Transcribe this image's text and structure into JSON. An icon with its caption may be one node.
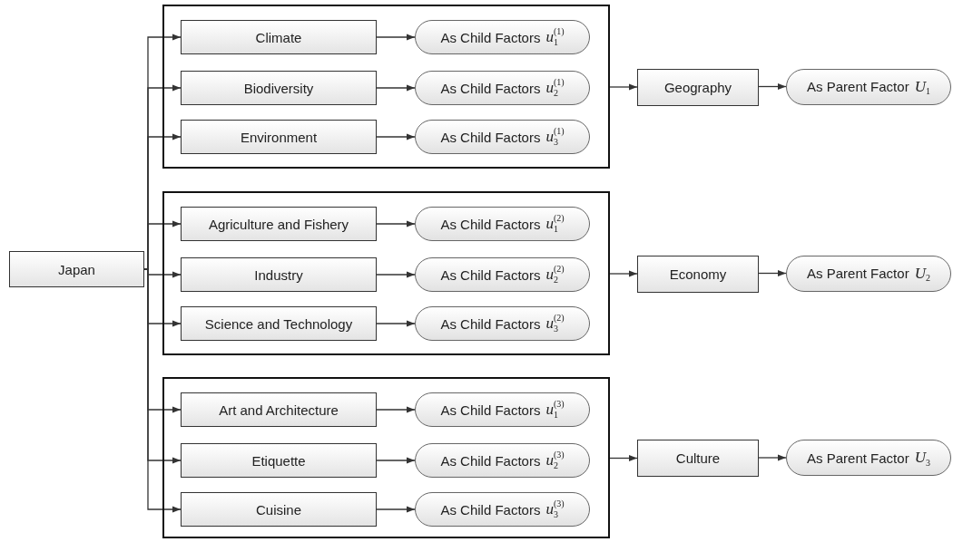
{
  "diagram": {
    "nodes": [
      {
        "text": [
          "Japan"
        ]
      },
      {
        "text": [],
        "shape": "box"
      },
      {
        "text": [
          "Climate"
        ],
        "in": 1
      },
      {
        "text": [
          "As Child Factors *u*$_{1}$$^{(1)}$"
        ],
        "in": 1
      },
      {
        "text": [
          "Biodiversity"
        ],
        "in": 1
      },
      {
        "text": [
          "As Child Factors *u*$_{2}$$^{(1)}$"
        ],
        "in": 1
      },
      {
        "text": [
          "Environment"
        ],
        "in": 1
      },
      {
        "text": [
          "As Child Factors *u*$_{3}$$^{(1)}$"
        ],
        "in": 1
      },
      {
        "text": [
          "Geography"
        ]
      },
      {
        "text": [
          "As Parent Factor *U*$_{1}$"
        ]
      },
      {
        "text": [],
        "shape": "box"
      },
      {
        "text": [
          "Agriculture and Fishery"
        ],
        "in": 10
      },
      {
        "text": [
          "As Child Factors *u*$_{1}$$^{(2)}$"
        ],
        "in": 10
      },
      {
        "text": [
          "Industry"
        ],
        "in": 10
      },
      {
        "text": [
          "As Child Factors *u*$_{2}$$^{(2)}$"
        ],
        "in": 10
      },
      {
        "text": [
          "Science and Technology"
        ],
        "in": 10
      },
      {
        "text": [
          "As Child Factors *u*$_{3}$$^{(2)}$"
        ],
        "in": 10
      },
      {
        "text": [
          "Economy"
        ]
      },
      {
        "text": [
          "As Parent Factor *U*$_{2}$"
        ]
      },
      {
        "text": [],
        "shape": "box"
      },
      {
        "text": [
          "Art and Architecture"
        ],
        "in": 19
      },
      {
        "text": [
          "As Child Factors *u*$_{1}$$^{(3)}$"
        ],
        "in": 19
      },
      {
        "text": [
          "Etiquette"
        ],
        "in": 19
      },
      {
        "text": [
          "As Child Factors *u*$_{2}$$^{(3)}$"
        ],
        "in": 19
      },
      {
        "text": [
          "Cuisine"
        ],
        "in": 19
      },
      {
        "text": [
          "As Child Factors *u*$_{3}$$^{(3)}$"
        ],
        "in": 19
      },
      {
        "text": [
          "Culture"
        ]
      },
      {
        "text": [
          "As Parent Factor *U*$_{3}$"
        ]
      }
    ],
    "edges": [
      {
        "from": 0,
        "to": 2,
        "arrow": "to"
      },
      {
        "from": 0,
        "to": 4,
        "arrow": "to"
      },
      {
        "from": 0,
        "to": 6,
        "arrow": "to"
      },
      {
        "from": 0,
        "to": 11,
        "arrow": "to"
      },
      {
        "from": 0,
        "to": 13,
        "arrow": "to"
      },
      {
        "from": 0,
        "to": 15,
        "arrow": "to"
      },
      {
        "from": 0,
        "to": 20,
        "arrow": "to"
      },
      {
        "from": 0,
        "to": 22,
        "arrow": "to"
      },
      {
        "from": 0,
        "to": 24,
        "arrow": "to"
      },
      {
        "from": 2,
        "to": 3,
        "arrow": "to"
      },
      {
        "from": 4,
        "to": 5,
        "arrow": "to"
      },
      {
        "from": 6,
        "to": 7,
        "arrow": "to"
      },
      {
        "from": 11,
        "to": 12,
        "arrow": "to"
      },
      {
        "from": 13,
        "to": 14,
        "arrow": "to"
      },
      {
        "from": 15,
        "to": 16,
        "arrow": "to"
      },
      {
        "from": 20,
        "to": 21,
        "arrow": "to"
      },
      {
        "from": 22,
        "to": 23,
        "arrow": "to"
      },
      {
        "from": 24,
        "to": 25,
        "arrow": "to"
      },
      {
        "from": 1,
        "to": 8,
        "arrow": "to"
      },
      {
        "from": 8,
        "to": 9,
        "arrow": "to"
      },
      {
        "from": 10,
        "to": 17,
        "arrow": "to"
      },
      {
        "from": 17,
        "to": 18,
        "arrow": "to"
      },
      {
        "from": 19,
        "to": 26,
        "arrow": "to"
      },
      {
        "from": 26,
        "to": 27,
        "arrow": "to"
      }
    ]
  }
}
